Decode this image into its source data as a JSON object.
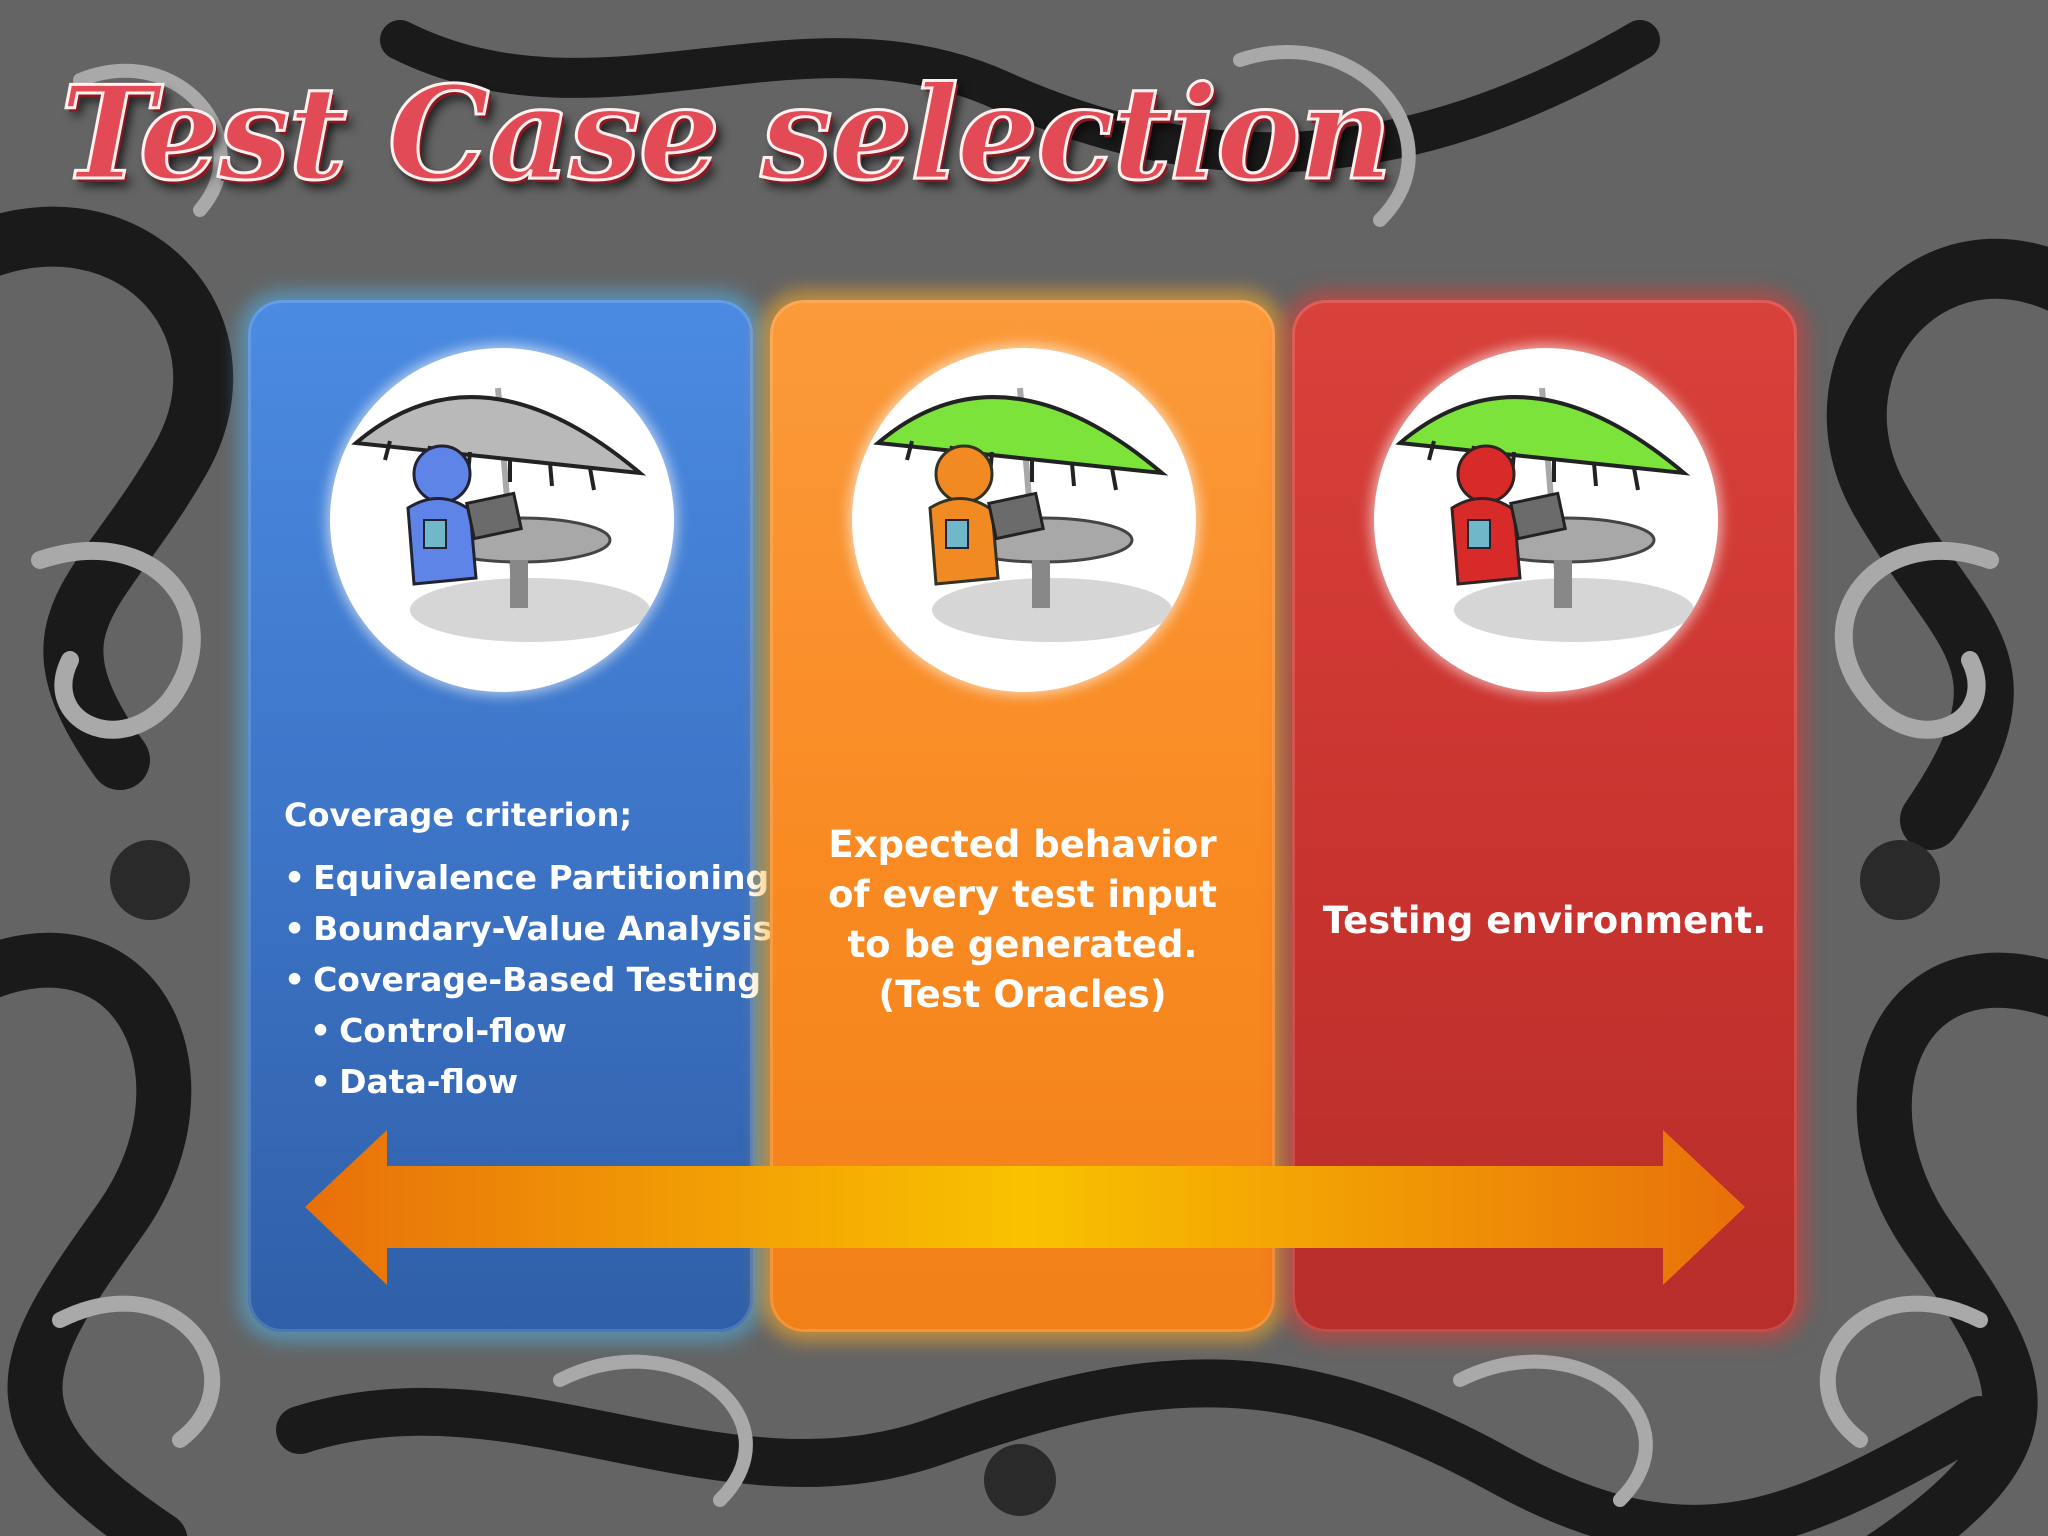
{
  "title": "Test Case selection",
  "colors": {
    "blue_panel": "#3f7bd1",
    "orange_panel": "#f98d26",
    "red_panel": "#cb3631",
    "title_red": "#e24b55",
    "arrow_orange": "#e8700a",
    "arrow_yellow": "#f9c200"
  },
  "panels": [
    {
      "color": "blue",
      "icon": "person-under-umbrella-icon",
      "heading": "Coverage criterion;",
      "items": [
        "Equivalence Partitioning",
        "Boundary-Value Analysis",
        "Coverage-Based Testing"
      ],
      "subitems": [
        "Control-flow",
        "Data-flow"
      ]
    },
    {
      "color": "orange",
      "icon": "person-under-umbrella-icon",
      "text": "Expected behavior of every test input to be generated. (Test Oracles)"
    },
    {
      "color": "red",
      "icon": "person-under-umbrella-icon",
      "text": "Testing environment."
    }
  ],
  "arrow": "double-headed-arrow-icon"
}
